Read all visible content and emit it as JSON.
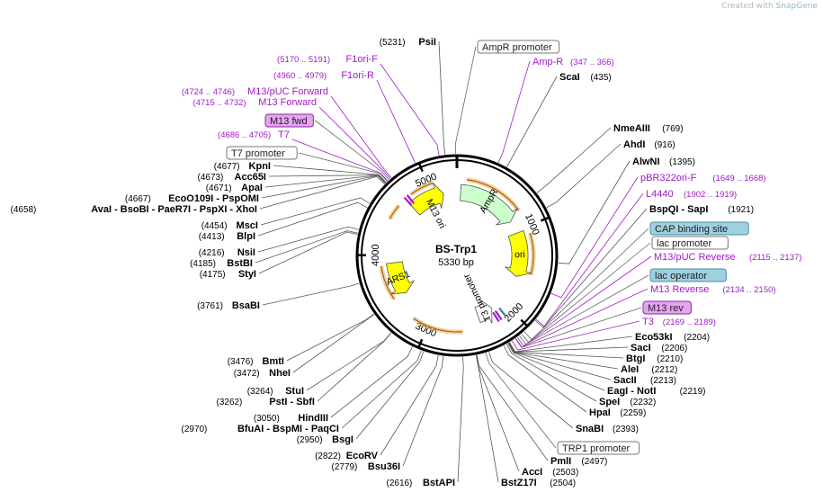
{
  "credit": {
    "prefix": "Created with",
    "brand": "SnapGene"
  },
  "plasmid": {
    "name": "BS-Trp1",
    "length_label": "5330 bp",
    "length": 5330
  },
  "ticks": [
    {
      "pos": 1000,
      "label": "1000"
    },
    {
      "pos": 2000,
      "label": "2000"
    },
    {
      "pos": 3000,
      "label": "3000"
    },
    {
      "pos": 4000,
      "label": "4000"
    },
    {
      "pos": 5000,
      "label": "5000"
    }
  ],
  "features": [
    {
      "id": "m13-ori",
      "label": "M13 ori",
      "start": 4700,
      "end": 5150,
      "dir": 1,
      "color": "#ffff00"
    },
    {
      "id": "ampr",
      "label": "AmpR",
      "start": 50,
      "end": 860,
      "dir": 1,
      "color": "#ccffcc"
    },
    {
      "id": "ori",
      "label": "ori",
      "start": 1030,
      "end": 1620,
      "dir": 1,
      "color": "#ffff00"
    },
    {
      "id": "t3-promoter",
      "label": "T3 promoter",
      "start": 2170,
      "end": 2380,
      "dir": -1,
      "color": "#ffffff"
    },
    {
      "id": "ars1",
      "label": "ARS1",
      "start": 3460,
      "end": 3900,
      "dir": -1,
      "color": "#ffff00"
    }
  ],
  "enzymes": [
    {
      "name": "PsiI",
      "pos_label": "(5231)",
      "pos": 5231,
      "side": "L"
    },
    {
      "name": "ScaI",
      "pos_label": "(435)",
      "pos": 435,
      "side": "R"
    },
    {
      "name": "NmeAIII",
      "pos_label": "(769)",
      "pos": 769,
      "side": "R"
    },
    {
      "name": "AhdI",
      "pos_label": "(916)",
      "pos": 916,
      "side": "R"
    },
    {
      "name": "AlwNI",
      "pos_label": "(1395)",
      "pos": 1395,
      "side": "R"
    },
    {
      "name": "BspQI - SapI",
      "pos_label": "(1921)",
      "pos": 1921,
      "side": "R"
    },
    {
      "name": "Eco53kI",
      "pos_label": "(2204)",
      "pos": 2204,
      "side": "R"
    },
    {
      "name": "SacI",
      "pos_label": "(2206)",
      "pos": 2206,
      "side": "R"
    },
    {
      "name": "BtgI",
      "pos_label": "(2210)",
      "pos": 2210,
      "side": "R"
    },
    {
      "name": "AleI",
      "pos_label": "(2212)",
      "pos": 2212,
      "side": "R"
    },
    {
      "name": "SacII",
      "pos_label": "(2213)",
      "pos": 2213,
      "side": "R"
    },
    {
      "name": "EagI - NotI",
      "pos_label": "(2219)",
      "pos": 2219,
      "side": "R"
    },
    {
      "name": "SpeI",
      "pos_label": "(2232)",
      "pos": 2232,
      "side": "R"
    },
    {
      "name": "HpaI",
      "pos_label": "(2259)",
      "pos": 2259,
      "side": "R"
    },
    {
      "name": "SnaBI",
      "pos_label": "(2393)",
      "pos": 2393,
      "side": "R"
    },
    {
      "name": "PmlI",
      "pos_label": "(2497)",
      "pos": 2497,
      "side": "R"
    },
    {
      "name": "AccI",
      "pos_label": "(2503)",
      "pos": 2503,
      "side": "R"
    },
    {
      "name": "BstZ17I",
      "pos_label": "(2504)",
      "pos": 2504,
      "side": "R"
    },
    {
      "name": "BstAPI",
      "pos_label": "(2616)",
      "pos": 2616,
      "side": "L"
    },
    {
      "name": "Bsu36I",
      "pos_label": "(2779)",
      "pos": 2779,
      "side": "L"
    },
    {
      "name": "EcoRV",
      "pos_label": "(2822)",
      "pos": 2822,
      "side": "L"
    },
    {
      "name": "BsgI",
      "pos_label": "(2950)",
      "pos": 2950,
      "side": "L"
    },
    {
      "name": "BfuAI - BspMI - PaqCI",
      "pos_label": "(2970)",
      "pos": 2970,
      "side": "L"
    },
    {
      "name": "HindIII",
      "pos_label": "(3050)",
      "pos": 3050,
      "side": "L"
    },
    {
      "name": "PstI - SbfI",
      "pos_label": "(3262)",
      "pos": 3262,
      "side": "L"
    },
    {
      "name": "StuI",
      "pos_label": "(3264)",
      "pos": 3264,
      "side": "L"
    },
    {
      "name": "NheI",
      "pos_label": "(3472)",
      "pos": 3472,
      "side": "L"
    },
    {
      "name": "BmtI",
      "pos_label": "(3476)",
      "pos": 3476,
      "side": "L"
    },
    {
      "name": "BsaBI",
      "pos_label": "(3761)",
      "pos": 3761,
      "side": "L"
    },
    {
      "name": "StyI",
      "pos_label": "(4175)",
      "pos": 4175,
      "side": "L"
    },
    {
      "name": "BstBI",
      "pos_label": "(4185)",
      "pos": 4185,
      "side": "L"
    },
    {
      "name": "NsiI",
      "pos_label": "(4216)",
      "pos": 4216,
      "side": "L"
    },
    {
      "name": "BlpI",
      "pos_label": "(4413)",
      "pos": 4413,
      "side": "L"
    },
    {
      "name": "MscI",
      "pos_label": "(4454)",
      "pos": 4454,
      "side": "L"
    },
    {
      "name": "AvaI - BsoBI - PaeR7I - PspXI - XhoI",
      "pos_label": "(4658)",
      "pos": 4658,
      "side": "L"
    },
    {
      "name": "EcoO109I - PspOMI",
      "pos_label": "(4667)",
      "pos": 4667,
      "side": "L"
    },
    {
      "name": "ApaI",
      "pos_label": "(4671)",
      "pos": 4671,
      "side": "L"
    },
    {
      "name": "Acc65I",
      "pos_label": "(4673)",
      "pos": 4673,
      "side": "L"
    },
    {
      "name": "KpnI",
      "pos_label": "(4677)",
      "pos": 4677,
      "side": "L"
    }
  ],
  "primers": [
    {
      "name": "F1ori-F",
      "range": "(5170 .. 5191)",
      "pos": 5180,
      "side": "L"
    },
    {
      "name": "F1ori-R",
      "range": "(4960 .. 4979)",
      "pos": 4970,
      "side": "L"
    },
    {
      "name": "M13/pUC Forward",
      "range": "(4724 .. 4746)",
      "pos": 4735,
      "side": "L"
    },
    {
      "name": "M13 Forward",
      "range": "(4715 .. 4732)",
      "pos": 4723,
      "side": "L"
    },
    {
      "name": "T7",
      "range": "(4686 .. 4705)",
      "pos": 4695,
      "side": "L"
    },
    {
      "name": "Amp-R",
      "range": "(347 .. 366)",
      "pos": 356,
      "side": "R"
    },
    {
      "name": "pBR322ori-F",
      "range": "(1649 .. 1668)",
      "pos": 1658,
      "side": "R"
    },
    {
      "name": "L4440",
      "range": "(1902 .. 1919)",
      "pos": 1910,
      "side": "R"
    },
    {
      "name": "M13/pUC Reverse",
      "range": "(2115 .. 2137)",
      "pos": 2126,
      "side": "R"
    },
    {
      "name": "M13 Reverse",
      "range": "(2134 .. 2150)",
      "pos": 2142,
      "side": "R"
    },
    {
      "name": "T3",
      "range": "(2169 .. 2189)",
      "pos": 2179,
      "side": "R"
    }
  ],
  "boxes": [
    {
      "name": "AmpR promoter",
      "style": "plain",
      "pos": 5320,
      "side": "R"
    },
    {
      "name": "M13 fwd",
      "style": "primer",
      "pos": 4710,
      "side": "L"
    },
    {
      "name": "T7 promoter",
      "style": "plain",
      "pos": 4690,
      "side": "L"
    },
    {
      "name": "CAP binding site",
      "style": "protein",
      "pos": 2050,
      "side": "R"
    },
    {
      "name": "lac promoter",
      "style": "plain",
      "pos": 2080,
      "side": "R"
    },
    {
      "name": "lac operator",
      "style": "protein",
      "pos": 2105,
      "side": "R"
    },
    {
      "name": "M13 rev",
      "style": "primer",
      "pos": 2145,
      "side": "R"
    },
    {
      "name": "TRP1 promoter",
      "style": "plain",
      "pos": 2420,
      "side": "R"
    }
  ],
  "colors": {
    "primer": "#a11ac8",
    "protein_box": "#9ed0e0",
    "primer_box": "#e6a3f0",
    "backbone": "#000000",
    "orange": "#f2a541"
  }
}
